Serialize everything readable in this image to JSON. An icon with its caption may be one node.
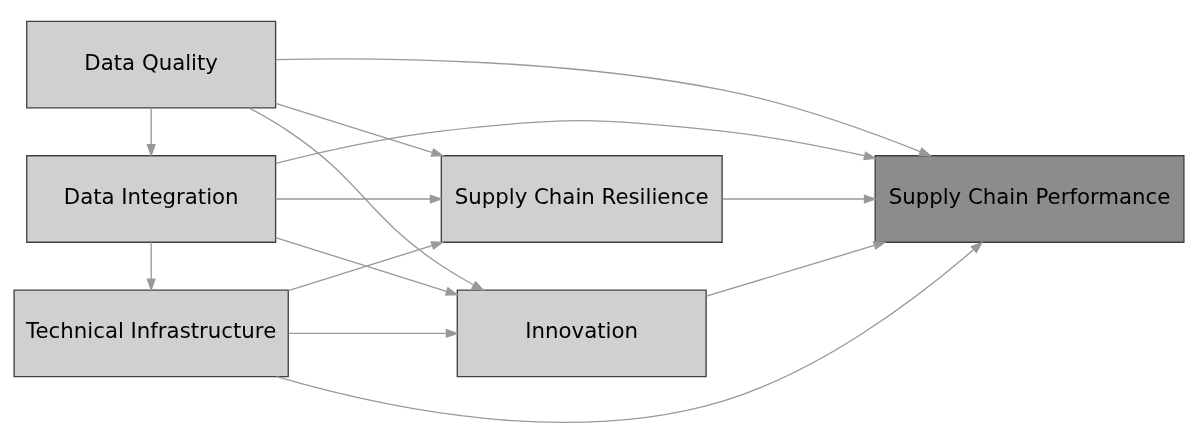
{
  "diagram": {
    "nodes": [
      {
        "text": [
          "Data Quality"
        ]
      },
      {
        "text": [
          "Data Integration"
        ]
      },
      {
        "text": [
          "Technical Infrastructure"
        ]
      },
      {
        "text": [
          "Supply Chain Resilience"
        ]
      },
      {
        "text": [
          "Innovation"
        ]
      },
      {
        "text": [
          "Supply Chain Performance"
        ]
      }
    ],
    "edges": [
      {
        "from": 0,
        "to": 1,
        "arrow": "to"
      },
      {
        "from": 1,
        "to": 2,
        "arrow": "to"
      },
      {
        "from": 0,
        "to": 3,
        "arrow": "to"
      },
      {
        "from": 0,
        "to": 4,
        "arrow": "to"
      },
      {
        "from": 0,
        "to": 5,
        "arrow": "to"
      },
      {
        "from": 1,
        "to": 3,
        "arrow": "to"
      },
      {
        "from": 1,
        "to": 4,
        "arrow": "to"
      },
      {
        "from": 1,
        "to": 5,
        "arrow": "to"
      },
      {
        "from": 2,
        "to": 3,
        "arrow": "to"
      },
      {
        "from": 2,
        "to": 4,
        "arrow": "to"
      },
      {
        "from": 2,
        "to": 5,
        "arrow": "to"
      },
      {
        "from": 3,
        "to": 5,
        "arrow": "to"
      },
      {
        "from": 4,
        "to": 5,
        "arrow": "to"
      }
    ]
  }
}
